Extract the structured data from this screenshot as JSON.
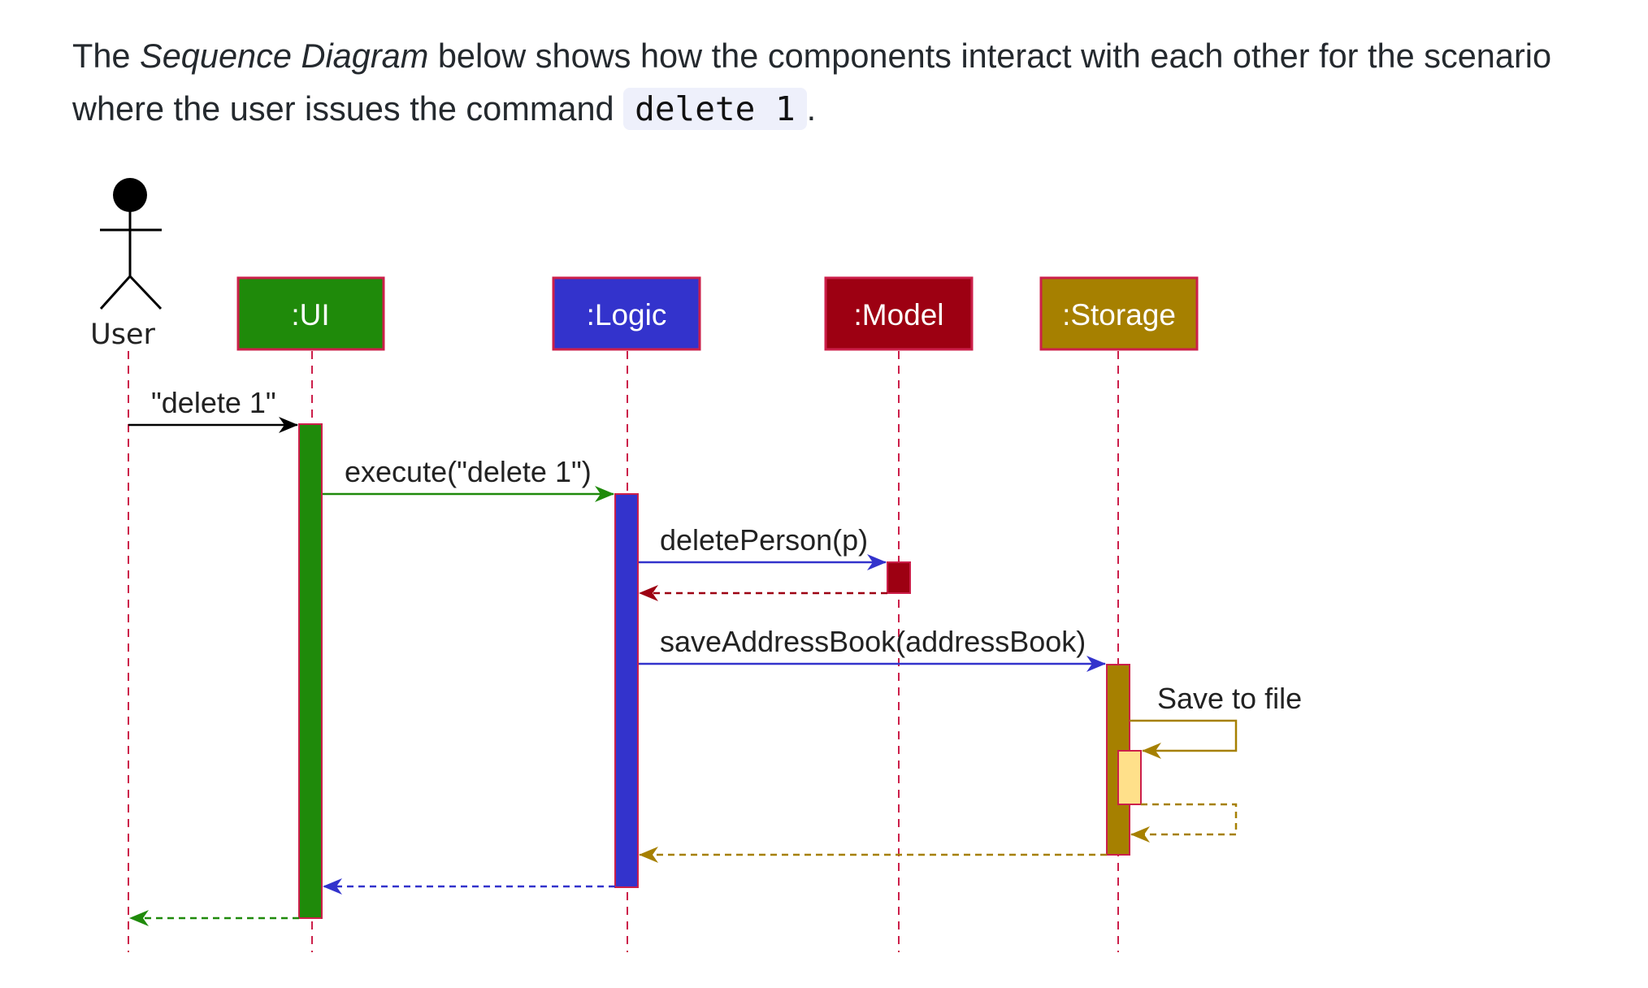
{
  "intro": {
    "before": "The ",
    "emphasis": "Sequence Diagram",
    "middle": " below shows how the components interact with each other for the scenario where the user issues the command ",
    "code": "delete 1",
    "after": "."
  },
  "diagram": {
    "actor": {
      "label": "User"
    },
    "participants": [
      {
        "id": "ui",
        "label": ":UI",
        "color": "#1f8a0a"
      },
      {
        "id": "logic",
        "label": ":Logic",
        "color": "#3333cc"
      },
      {
        "id": "model",
        "label": ":Model",
        "color": "#9d0012"
      },
      {
        "id": "storage",
        "label": ":Storage",
        "color": "#a68000"
      }
    ],
    "border_color": "#cc1f4a",
    "inner_activation_color": "#ffe08a",
    "messages": [
      {
        "from": "user",
        "to": "ui",
        "label": "\"delete 1\"",
        "kind": "call"
      },
      {
        "from": "ui",
        "to": "logic",
        "label": "execute(\"delete 1\")",
        "kind": "call"
      },
      {
        "from": "logic",
        "to": "model",
        "label": "deletePerson(p)",
        "kind": "call"
      },
      {
        "from": "model",
        "to": "logic",
        "label": "",
        "kind": "return"
      },
      {
        "from": "logic",
        "to": "storage",
        "label": "saveAddressBook(addressBook)",
        "kind": "call"
      },
      {
        "from": "storage",
        "to": "storage",
        "label": "Save to file",
        "kind": "self-call"
      },
      {
        "from": "storage",
        "to": "storage",
        "label": "",
        "kind": "self-return"
      },
      {
        "from": "storage",
        "to": "logic",
        "label": "",
        "kind": "return"
      },
      {
        "from": "logic",
        "to": "ui",
        "label": "",
        "kind": "return"
      },
      {
        "from": "ui",
        "to": "user",
        "label": "",
        "kind": "return"
      }
    ]
  }
}
